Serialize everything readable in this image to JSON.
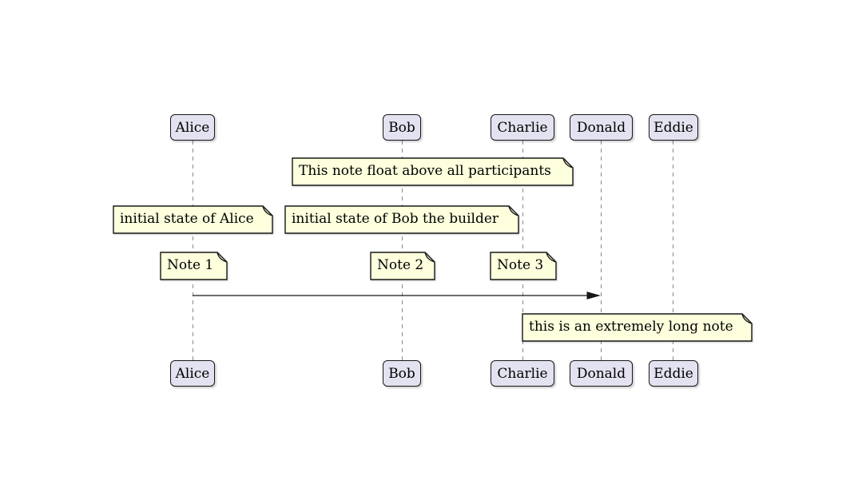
{
  "diagram_type": "sequence-diagram",
  "participants": [
    {
      "name": "Alice"
    },
    {
      "name": "Bob"
    },
    {
      "name": "Charlie"
    },
    {
      "name": "Donald"
    },
    {
      "name": "Eddie"
    }
  ],
  "notes": {
    "float_note": "This note float above all participants",
    "alice_note": "initial state of Alice",
    "bob_note": "initial state of Bob the builder",
    "note1": "Note 1",
    "note2": "Note 2",
    "note3": "Note 3",
    "long_note": "this is an extremely long note"
  },
  "message": {
    "from": "Alice",
    "to": "Donald",
    "label": ""
  },
  "colors": {
    "participant_fill": "#E2E2F0",
    "participant_border": "#181818",
    "note_fill": "#FEFFDD",
    "note_border": "#181818",
    "lifeline": "#8A8A8A",
    "arrow": "#181818",
    "background": "#FFFFFF"
  }
}
